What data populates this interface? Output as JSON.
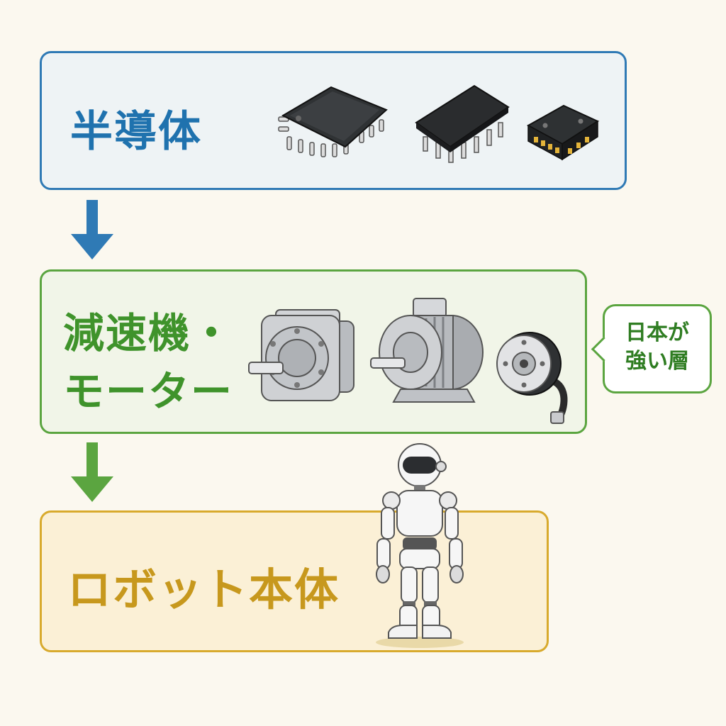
{
  "layers": {
    "semiconductor": {
      "label": "半導体"
    },
    "reducer_motor": {
      "line1": "減速機・",
      "line2": "モーター"
    },
    "robot_body": {
      "label": "ロボット本体"
    }
  },
  "callout": {
    "line1": "日本が",
    "line2": "強い層"
  },
  "colors": {
    "semiconductor": "#2f7ab5",
    "reducer_motor": "#5ba540",
    "robot_body": "#d8aa2d",
    "background": "#fbf8ef"
  },
  "icons": [
    "qfp-chip-icon",
    "dip-chip-icon",
    "qfn-chip-icon",
    "gear-reducer-icon",
    "electric-motor-icon",
    "encoder-icon",
    "humanoid-robot-icon"
  ]
}
